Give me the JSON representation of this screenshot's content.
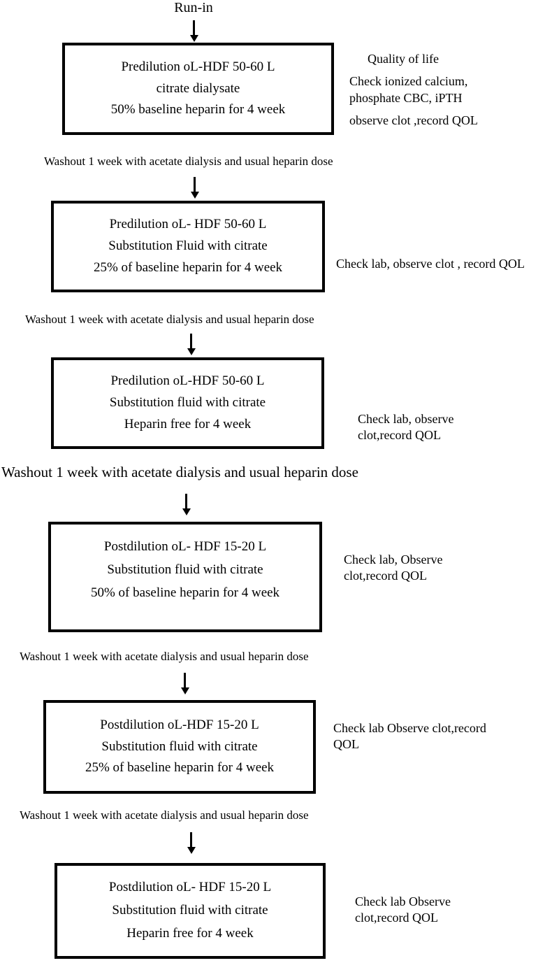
{
  "diagram": {
    "title_label": "Run-in",
    "washout_text": "Washout 1 week with acetate dialysis and usual heparin dose",
    "steps": [
      {
        "id": "predilution-citrate-dialysate-50",
        "lines": [
          "Predilution oL-HDF  50-60 L",
          "citrate dialysate",
          "50% baseline heparin for 4 week"
        ],
        "note_lines": [
          "Quality of life",
          "Check ionized calcium,",
          "phosphate CBC, iPTH",
          "observe clot ,record QOL"
        ]
      },
      {
        "id": "predilution-substitution-25",
        "lines": [
          "Predilution oL- HDF 50-60 L",
          "Substitution Fluid with citrate",
          "25% of baseline heparin for 4 week"
        ],
        "note_lines": [
          "Check lab, observe clot , record QOL"
        ]
      },
      {
        "id": "predilution-heparin-free",
        "lines": [
          "Predilution oL-HDF 50-60 L",
          "Substitution fluid with citrate",
          "Heparin free  for 4 week"
        ],
        "note_lines": [
          "Check lab, observe",
          "clot,record QOL"
        ]
      },
      {
        "id": "postdilution-substitution-50",
        "lines": [
          "Postdilution oL- HDF 15-20 L",
          "Substitution fluid with citrate",
          "50%  of baseline heparin  for 4 week"
        ],
        "note_lines": [
          "Check lab, Observe",
          "clot,record QOL"
        ]
      },
      {
        "id": "postdilution-substitution-25",
        "lines": [
          "Postdilution oL-HDF 15-20 L",
          "Substitution fluid with citrate",
          "25% of baseline heparin for 4 week"
        ],
        "note_lines": [
          "Check lab Observe clot,record",
          "QOL"
        ]
      },
      {
        "id": "postdilution-heparin-free",
        "lines": [
          "Postdilution oL- HDF 15-20 L",
          "Substitution fluid with citrate",
          "Heparin free for 4 week"
        ],
        "note_lines": [
          "Check lab Observe",
          "clot,record QOL"
        ]
      }
    ]
  },
  "colors": {
    "stroke": "#000000",
    "background": "#ffffff",
    "text": "#000000"
  }
}
